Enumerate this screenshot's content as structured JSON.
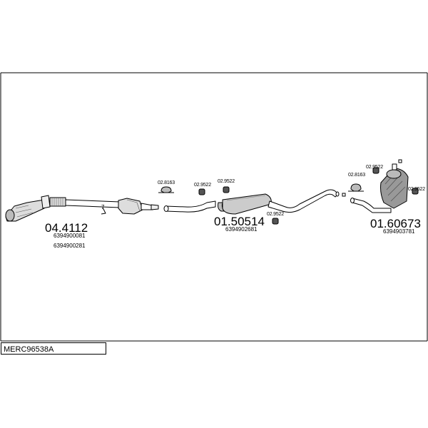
{
  "model_code": "MERC96538A",
  "sections": [
    {
      "code": "04.4112",
      "oem": [
        "6394900081",
        "6394900281"
      ]
    },
    {
      "code": "01.50514",
      "oem": [
        "6394902681"
      ]
    },
    {
      "code": "01.60673",
      "oem": [
        "6394903781"
      ]
    }
  ],
  "fittings": {
    "clamp_a": "02.8163",
    "hanger_a1": "02.9522",
    "hanger_a2": "02.9522",
    "hanger_a3": "02.9522",
    "clamp_b": "02.8163",
    "hanger_b1": "02.9522",
    "hanger_b2": "02.9522"
  },
  "connector_mark": "7"
}
